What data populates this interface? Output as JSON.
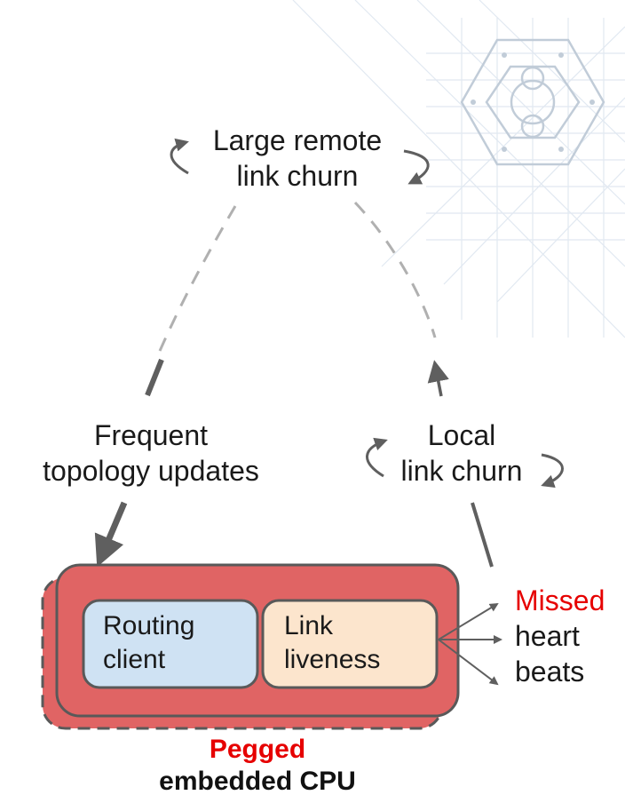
{
  "nodes": {
    "large_remote": {
      "line1": "Large remote",
      "line2": "link churn"
    },
    "frequent": {
      "line1": "Frequent",
      "line2": "topology updates"
    },
    "local": {
      "line1": "Local",
      "line2": "link churn"
    },
    "routing_client": {
      "line1": "Routing",
      "line2": "client"
    },
    "link_liveness": {
      "line1": "Link",
      "line2": "liveness"
    },
    "missed": {
      "line1": "Missed",
      "line2": "heart",
      "line3": "beats"
    },
    "cpu": {
      "line1": "Pegged",
      "line2": "embedded CPU"
    }
  },
  "colors": {
    "cpu_box": "#e06464",
    "routing_fill": "#cfe2f3",
    "liveness_fill": "#fce5cd",
    "outline": "#595959",
    "arrow": "#5f5f5f",
    "dashed": "#b0b0b0",
    "highlight_red": "#e60000",
    "logo_blue": "#c9d7e6"
  },
  "icons": [
    "logo-watermark-icon",
    "cycle-arrow-icon",
    "arrow-icon"
  ]
}
